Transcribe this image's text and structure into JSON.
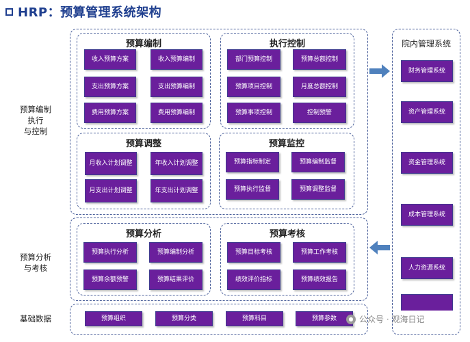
{
  "title": "HRP：预算管理系统架构",
  "side_labels": {
    "top": [
      "预算编制",
      "执行",
      "与控制"
    ],
    "middle": [
      "预算分析",
      "与考核"
    ],
    "bottom": "基础数据"
  },
  "panels": {
    "budget_prep": {
      "title": "预算编制",
      "items": [
        "收入预算方案",
        "收入预算编制",
        "支出预算方案",
        "支出预算编制",
        "费用预算方案",
        "费用预算编制"
      ]
    },
    "execution_control": {
      "title": "执行控制",
      "items": [
        "部门预算控制",
        "预算总额控制",
        "预算项目控制",
        "月度总额控制",
        "预算事项控制",
        "控制预警"
      ]
    },
    "budget_adjust": {
      "title": "预算调整",
      "items": [
        "月收入计划调整",
        "年收入计划调整",
        "月支出计划调整",
        "年支出计划调整"
      ]
    },
    "budget_monitor": {
      "title": "预算监控",
      "items": [
        "预算指标制定",
        "预算编制监督",
        "预算执行监督",
        "预算调整监督"
      ]
    },
    "budget_analysis": {
      "title": "预算分析",
      "items": [
        "预算执行分析",
        "预算编制分析",
        "预算余额预警",
        "预算结果评价"
      ]
    },
    "budget_assessment": {
      "title": "预算考核",
      "items": [
        "预算目标考核",
        "预算工作考核",
        "绩效评价指标",
        "预算绩效报告"
      ]
    }
  },
  "base_data": [
    "预算组织",
    "预算分类",
    "预算科目",
    "预算参数"
  ],
  "hospital_systems": {
    "title": "院内管理系统",
    "items": [
      "财务管理系统",
      "资产管理系统",
      "资金管理系统",
      "成本管理系统",
      "人力资源系统"
    ]
  },
  "watermark": "公众号 · 观海日记",
  "colors": {
    "box_fill": "#6a1f9c",
    "box_border": "#3e3a8f",
    "dash": "#4a5f9a",
    "title": "#1f3f8f",
    "arrow": "#4f81bd"
  }
}
